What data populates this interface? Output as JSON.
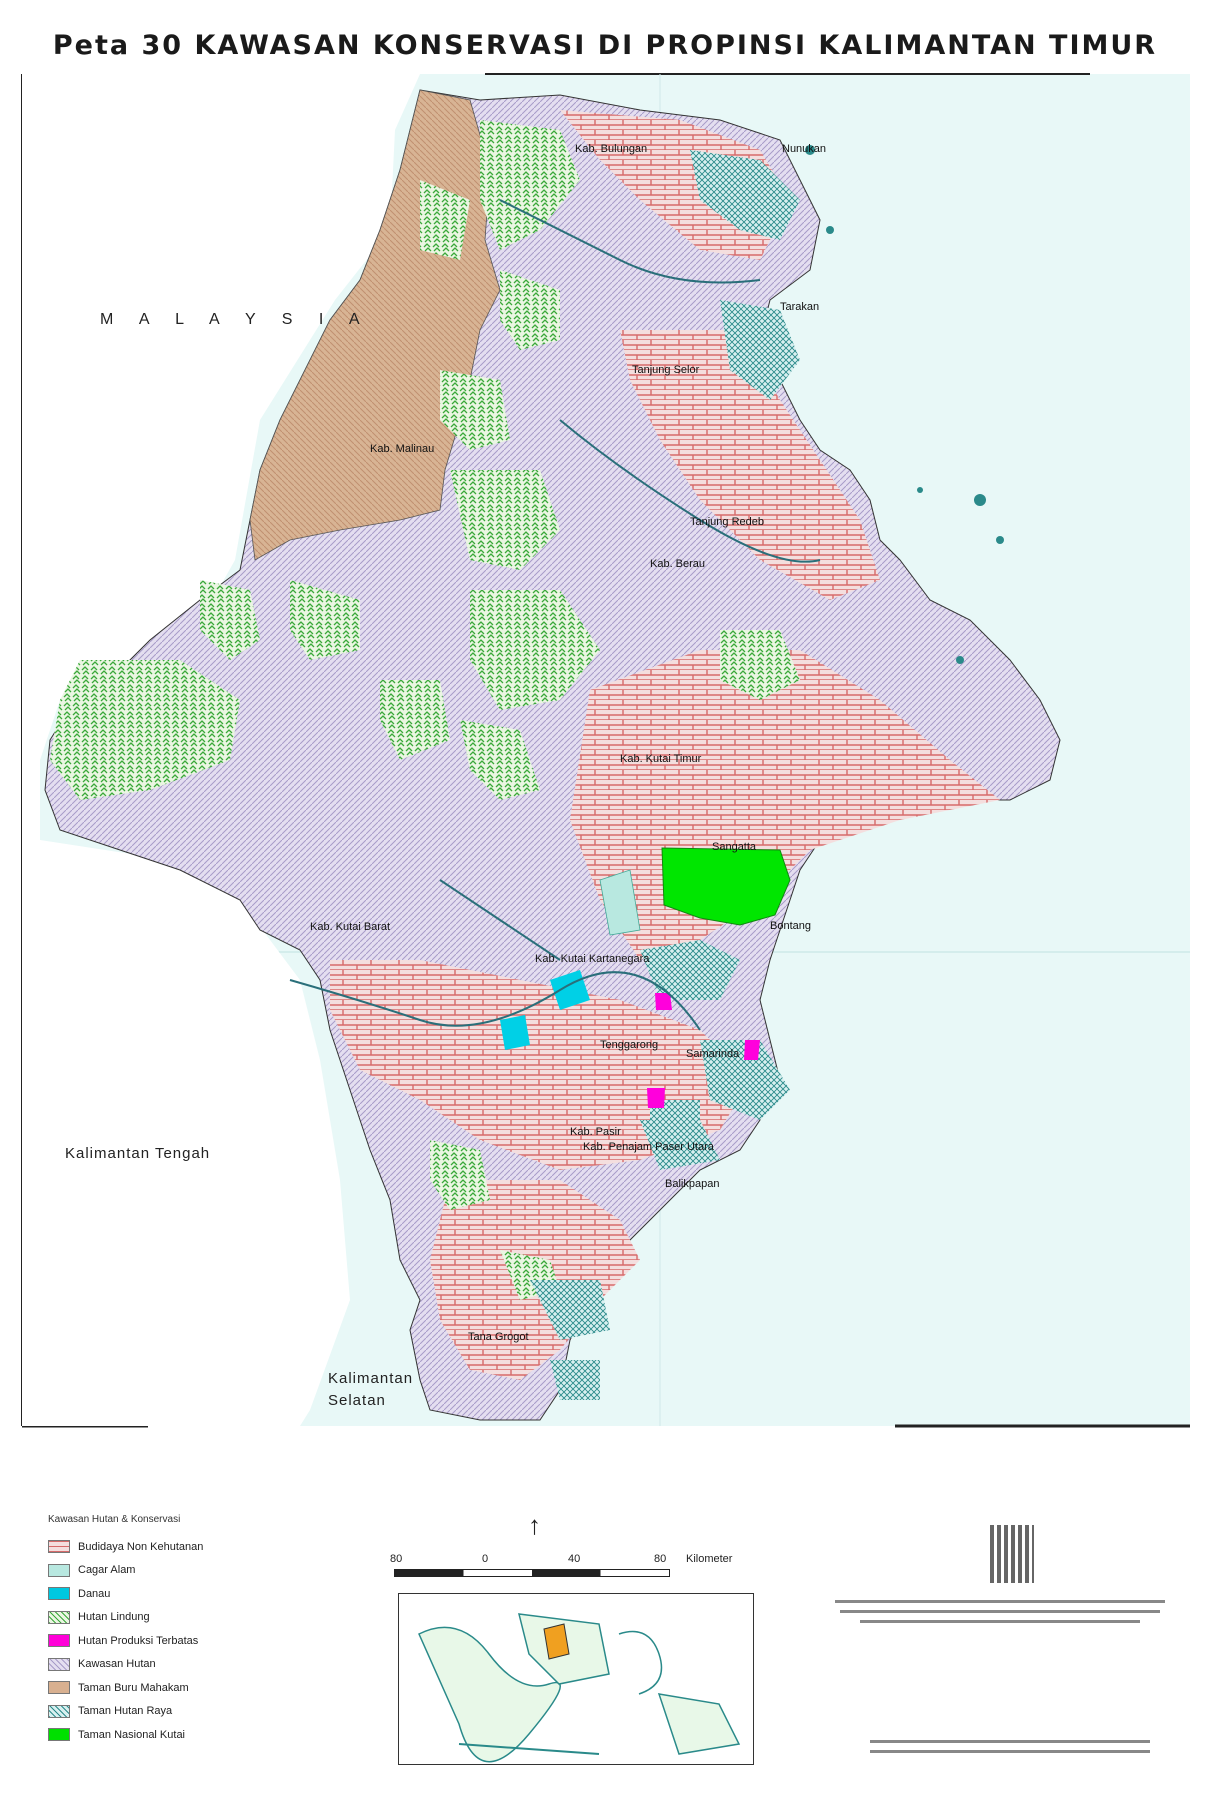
{
  "map": {
    "title": "Peta 30 KAWASAN KONSERVASI DI PROPINSI KALIMANTAN TIMUR",
    "region_labels": {
      "malaysia": "M A L A Y S I A",
      "kalteng": "Kalimantan Tengah",
      "kalsel_1": "Kalimantan",
      "kalsel_2": "Selatan"
    },
    "place_labels": [
      "Kab. Bulungan",
      "Kab. Malinau",
      "Kab. Berau",
      "Tanjung Redeb",
      "Kab. Kutai Timur",
      "Kab. Kutai Barat",
      "Kab. Kutai Kartanegara",
      "Samarinda",
      "Kab. Pasir",
      "Balikpapan",
      "Kab. Penajam Paser Utara",
      "Tanjung Selor",
      "Sangatta",
      "Bontang",
      "Tenggarong",
      "Tana Grogot",
      "Nunukan",
      "Tarakan"
    ]
  },
  "legend": {
    "title": "Kawasan Hutan & Konservasi",
    "items": [
      {
        "label": "Budidaya Non Kehutanan",
        "color": "#f0c8c8",
        "pattern": "brick"
      },
      {
        "label": "Cagar Alam",
        "color": "#b8e8e0",
        "pattern": "solid"
      },
      {
        "label": "Danau",
        "color": "#00c8e0",
        "pattern": "solid"
      },
      {
        "label": "Hutan Lindung",
        "color": "#d8f0c8",
        "pattern": "green-dots"
      },
      {
        "label": "Hutan Produksi Terbatas",
        "color": "#ff00d8",
        "pattern": "solid"
      },
      {
        "label": "Kawasan Hutan",
        "color": "#e0d8f0",
        "pattern": "lavender"
      },
      {
        "label": "Taman Buru Mahakam",
        "color": "#d8b090",
        "pattern": "solid"
      },
      {
        "label": "Taman Hutan Raya",
        "color": "#80c8d8",
        "pattern": "hatch"
      },
      {
        "label": "Taman Nasional Kutai",
        "color": "#00e000",
        "pattern": "solid"
      }
    ]
  },
  "scale": {
    "labels": [
      "80",
      "0",
      "40",
      "80"
    ],
    "unit": "Kilometer"
  },
  "colors": {
    "sea": "#e6f7f7",
    "brick": "#e8b4b4",
    "lavender": "#dcd4ec",
    "forest_green": "#3aa83a",
    "mangrove": "#2a8a8a",
    "national_park": "#00e000",
    "buru": "#d6ae8c",
    "river": "#2a6f7a"
  }
}
